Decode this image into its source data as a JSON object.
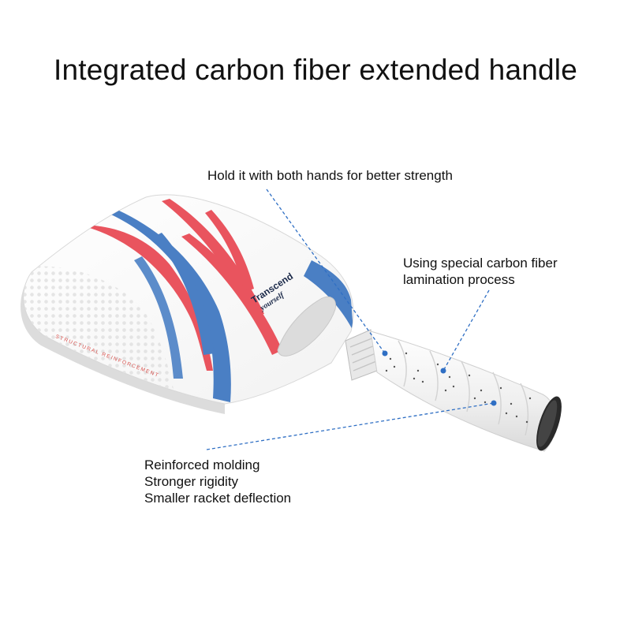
{
  "title": "Integrated carbon fiber extended handle",
  "callouts": {
    "grip": [
      "Hold it with both hands for better strength"
    ],
    "lamination": [
      "Using special carbon fiber",
      "lamination process"
    ],
    "molding": [
      "Reinforced molding",
      "Stronger rigidity",
      "Smaller racket deflection"
    ]
  },
  "paddle": {
    "brand": "Transcend",
    "subbrand": "yourself",
    "edge_text": "STRUCTURAL REINFORCEMENT"
  },
  "colors": {
    "accent_blue": "#4a7fc4",
    "accent_red": "#e9545e",
    "callout_line": "#2f6fc4",
    "grip": "#f4f4f4"
  }
}
